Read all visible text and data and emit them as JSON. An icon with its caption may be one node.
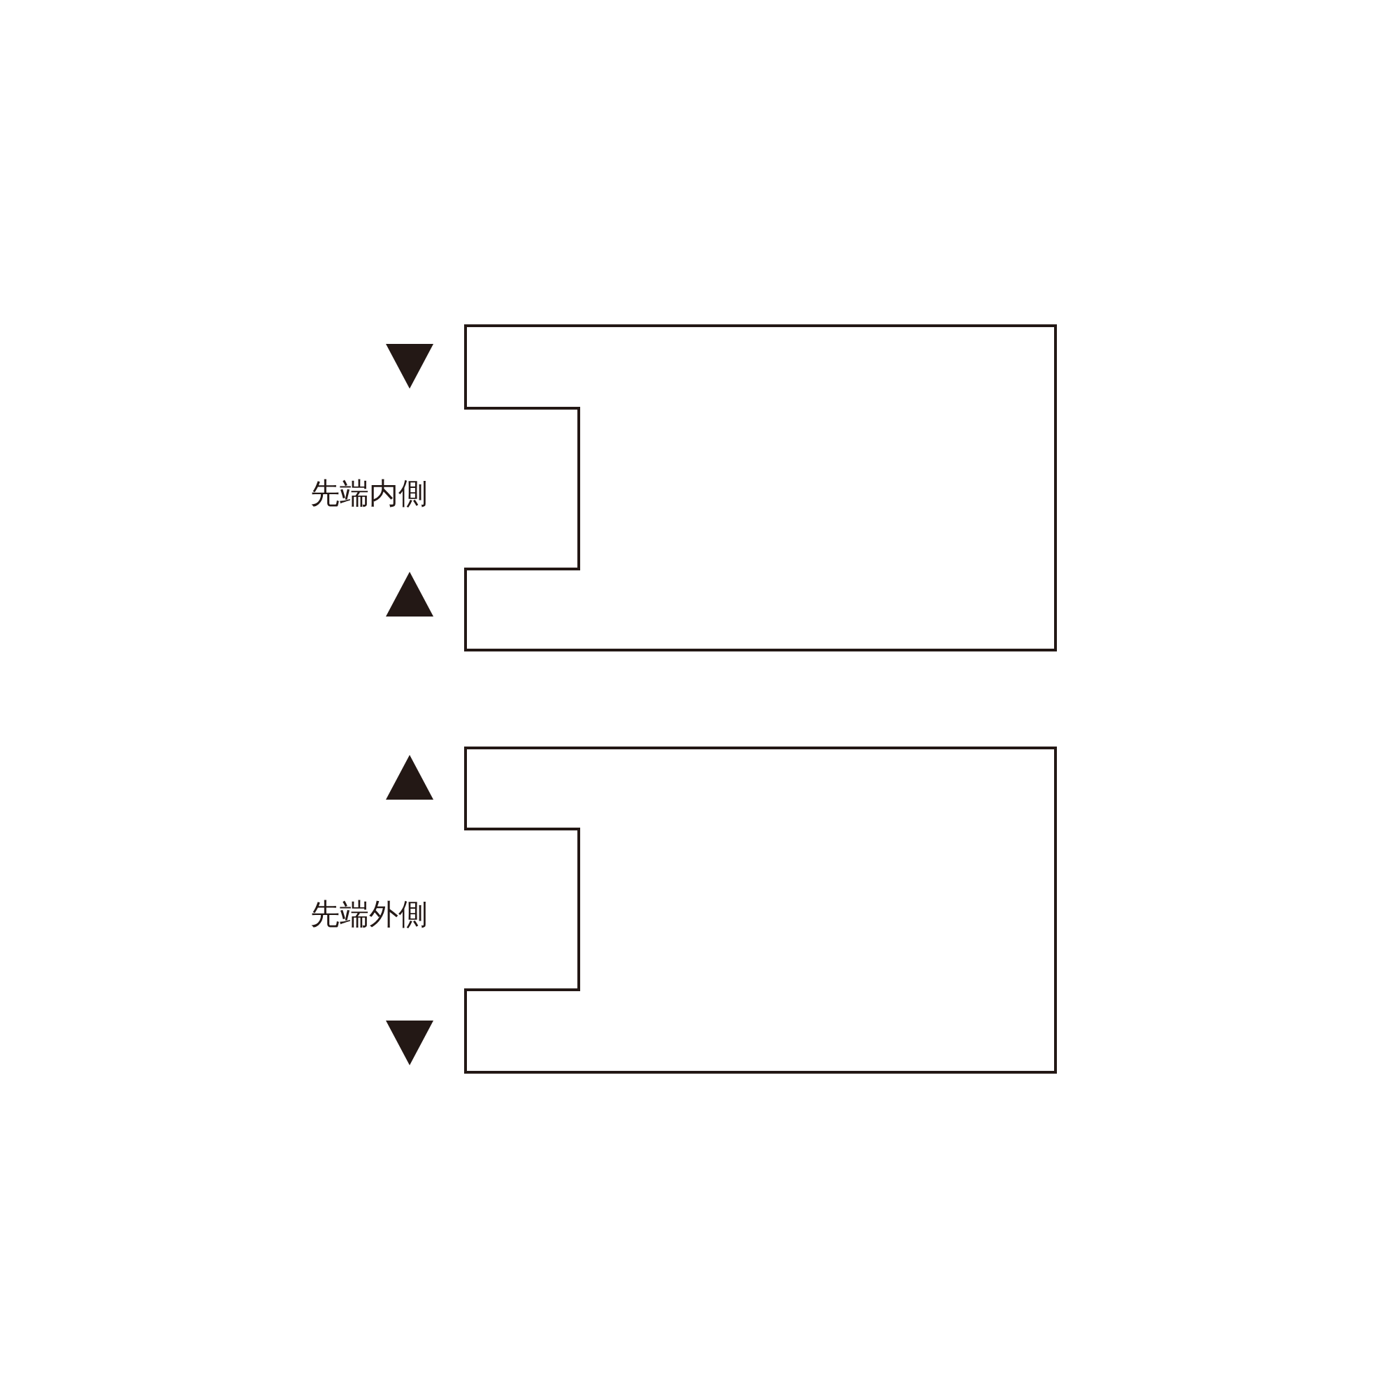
{
  "diagram": {
    "nodes": [
      {
        "text": [],
        "shape": "box",
        "beside": [
          "先端内側"
        ]
      },
      {
        "text": [],
        "shape": "box",
        "beside": [
          "先端外側"
        ]
      }
    ]
  }
}
